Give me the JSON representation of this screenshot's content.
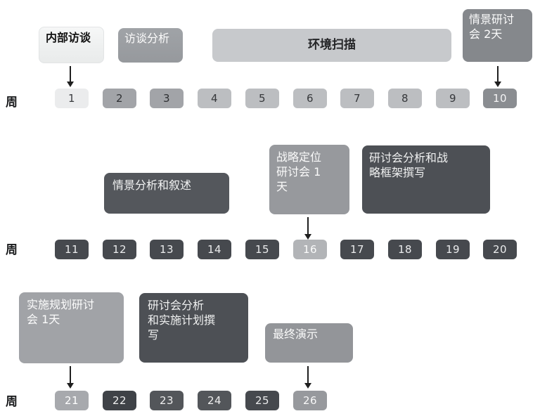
{
  "diagram": {
    "rows": [
      {
        "axis_label": "周",
        "tasks": [
          {
            "name": "internal-interviews",
            "label": "内部访谈",
            "arrow_to_week": "1"
          },
          {
            "name": "interview-analysis",
            "label": "访谈分析"
          },
          {
            "name": "environment-scan",
            "label": "环境扫描"
          },
          {
            "name": "scenario-workshop",
            "label": "情景研讨\n会 2天",
            "arrow_to_week": "10"
          }
        ],
        "weeks": [
          "1",
          "2",
          "3",
          "4",
          "5",
          "6",
          "7",
          "8",
          "9",
          "10"
        ]
      },
      {
        "axis_label": "周",
        "tasks": [
          {
            "name": "scenario-analysis-narrative",
            "label": "情景分析和叙述"
          },
          {
            "name": "strategy-positioning-workshop",
            "label": "战略定位\n研讨会 1\n天",
            "arrow_to_week": "16"
          },
          {
            "name": "workshop-analysis-strategy-framework",
            "label": "研讨会分析和战\n略框架撰写"
          }
        ],
        "weeks": [
          "11",
          "12",
          "13",
          "14",
          "15",
          "16",
          "17",
          "18",
          "19",
          "20"
        ]
      },
      {
        "axis_label": "周",
        "tasks": [
          {
            "name": "implementation-planning-workshop",
            "label": "实施规划研讨\n会 1天",
            "arrow_to_week": "21"
          },
          {
            "name": "workshop-analysis-implementation-plan",
            "label": "研讨会分析\n和实施计划撰\n写"
          },
          {
            "name": "final-presentation",
            "label": "最终演示",
            "arrow_to_week": "26"
          }
        ],
        "weeks": [
          "21",
          "22",
          "23",
          "24",
          "25",
          "26"
        ]
      }
    ],
    "colors": {
      "task_dark": "#4d5055",
      "task_mid": "#97999d",
      "task_silver": "#c7c9cc",
      "task_white": "#f2f3f4",
      "chip_dark": "#46494e",
      "chip_light": "#bcbec1",
      "arrow": "#1f1f1f"
    }
  }
}
